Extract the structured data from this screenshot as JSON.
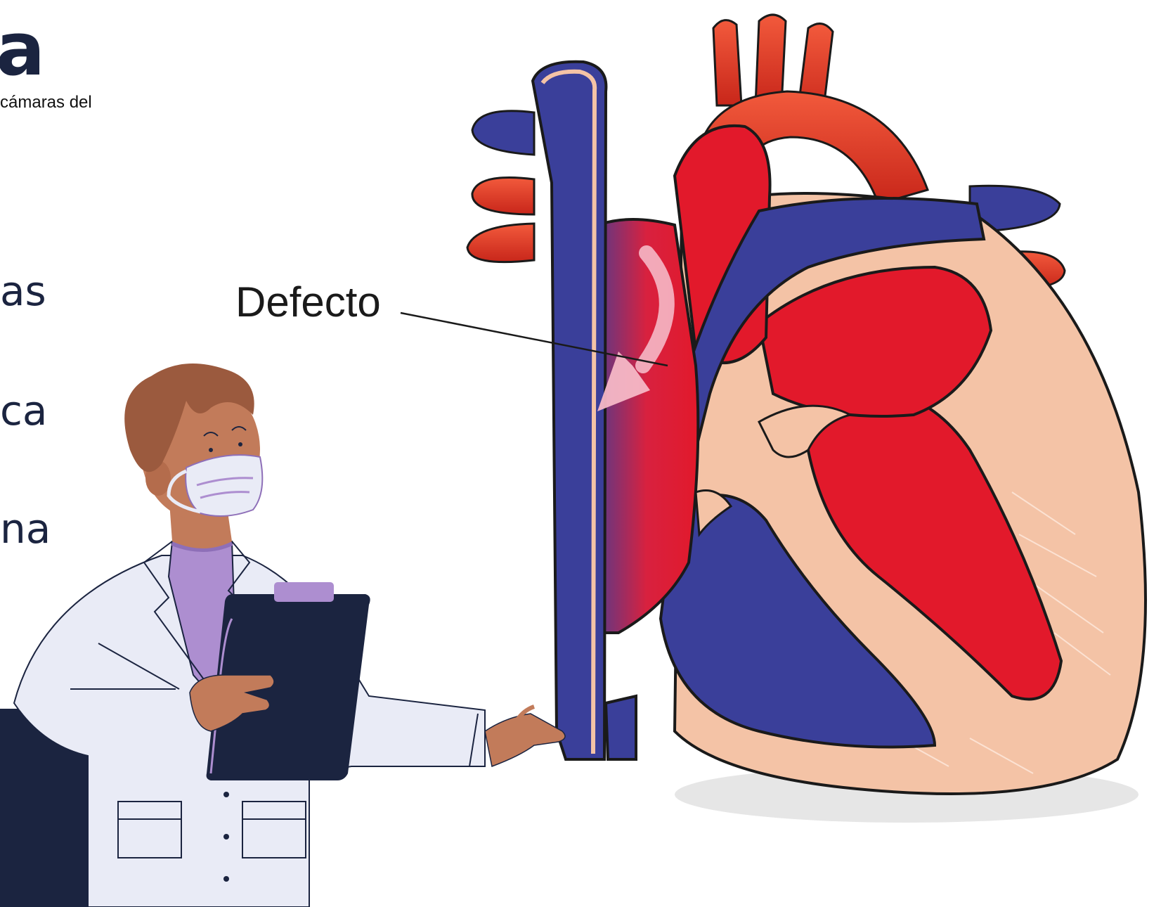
{
  "slide": {
    "title_fragment": "a",
    "subtitle_fragment": "cámaras del",
    "list_fragments": [
      "as",
      "ca",
      "na"
    ]
  },
  "diagram": {
    "label": "Defecto"
  },
  "colors": {
    "navy": "#1b2440",
    "blood_blue": "#3a3f9a",
    "blood_red": "#e2192b",
    "tissue": "#f4c3a6",
    "coat": "#e9ebf6",
    "lavender": "#ad8ed0"
  }
}
